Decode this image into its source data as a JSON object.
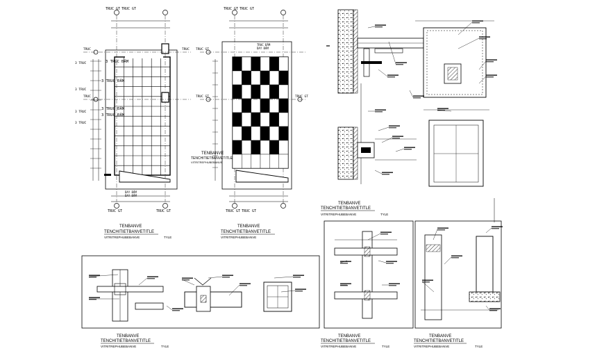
{
  "panels": [
    {
      "id": "plan-grid",
      "title": "TENBANVE",
      "subtitle": "TENCHITIETBANVETITLE",
      "scale": "VITRITREPHUBEBANVE",
      "scale_right": "TYLE",
      "axis_top": [
        "TRUC GT",
        "TRUC GT"
      ],
      "axis_bottom": [
        "TRUC GT",
        "TRUC GT"
      ],
      "side_left": [
        "3 TRUC",
        "3 TRUC",
        "3 TRUC",
        "3 TRUC"
      ],
      "row_labels": [
        "3 TRUC ĐÂM",
        "3 TRUC ĐÂM",
        "3 TRUC ĐÂM",
        "3 TRUC ĐÂM"
      ],
      "side_axes": [
        "TRUC",
        "TRUC",
        "TRUC"
      ],
      "note_1": "DAY ĐÂM",
      "note_2": "DAY ĐÂM"
    },
    {
      "id": "plan-check",
      "title": "TENBANVE",
      "subtitle": "TENCHITIETBANVETITLE",
      "scale": "VITRITREPHUBEBANVE",
      "axis_top": [
        "TRUC GT",
        "TRUC GT"
      ],
      "axis_bottom": [
        "TRUC GT",
        "TRUC GT"
      ],
      "side_axes": [
        "TRUC GT",
        "TRUC GT",
        "TRUC GT"
      ],
      "note_1": "TRUC ĐÂM",
      "note_2": "DAY ĐÂM"
    },
    {
      "id": "section-a",
      "title": "TENBANVE",
      "subtitle": "TENCHITIETBANVETITLE",
      "scale": "VITRITREPHUBEBANVE",
      "scale_right": "TYLE"
    },
    {
      "id": "detail-bottom",
      "title": "TENBANVE",
      "subtitle": "TENCHITIETBANVETITLE",
      "scale": "VITRITREPHUBEBANVE",
      "scale_right": "TYLE"
    },
    {
      "id": "detail-mid",
      "title": "TENBANVE",
      "subtitle": "TENCHITIETBANVETITLE",
      "scale": "VITRITREPHUBEBANVE",
      "scale_right": "TYLE"
    },
    {
      "id": "detail-right",
      "title": "TENBANVE",
      "subtitle": "TENCHITIETBANVETITLE",
      "scale": "VITRITREPHUBEBANVE",
      "scale_right": "TYLE"
    }
  ]
}
